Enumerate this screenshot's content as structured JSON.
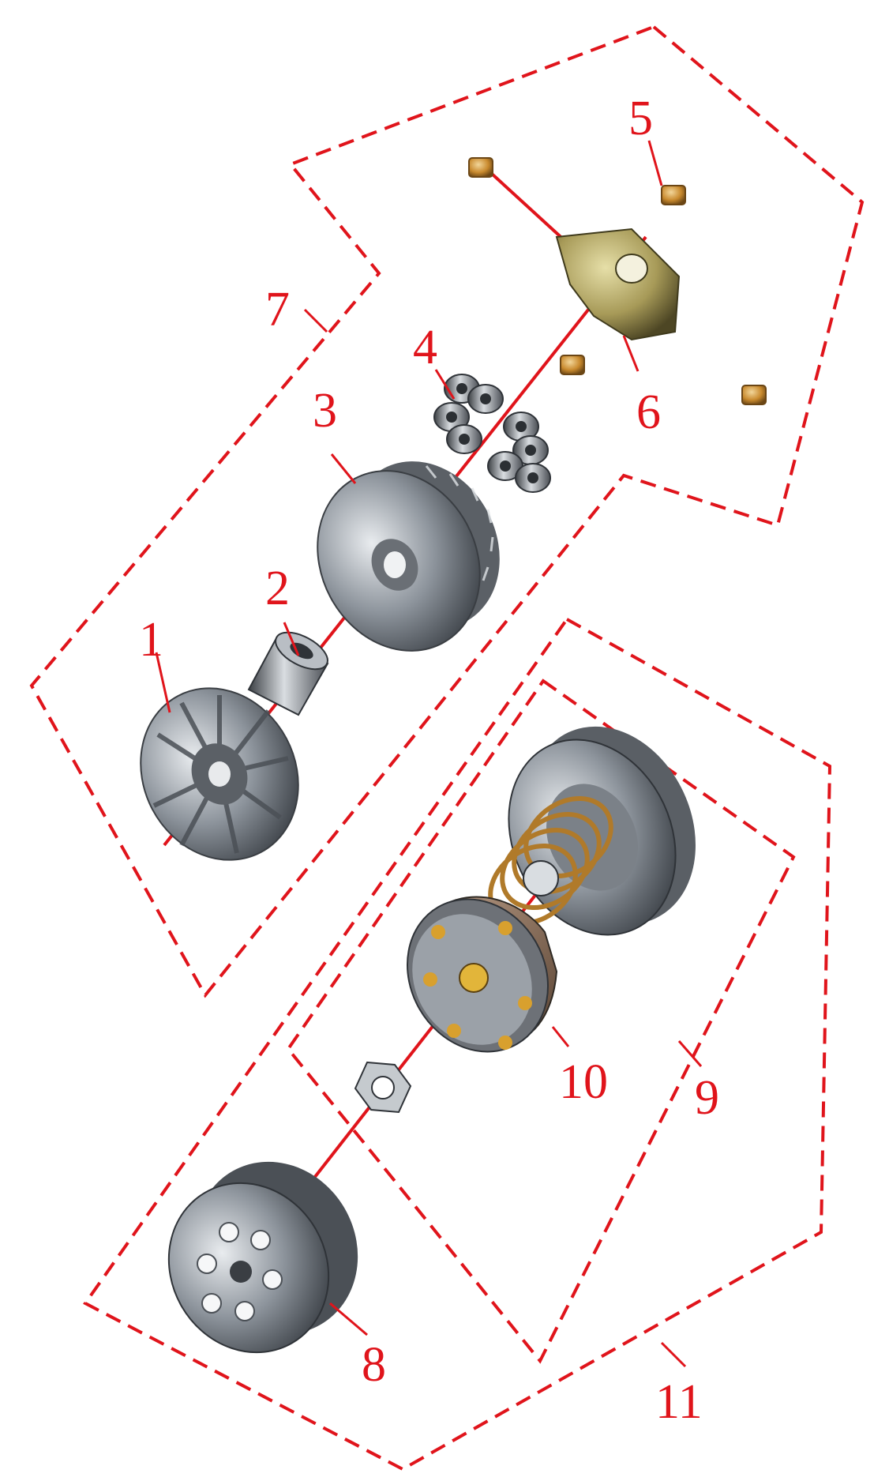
{
  "diagram": {
    "type": "exploded-parts-diagram",
    "callouts": [
      {
        "id": "1",
        "label": "1",
        "part": "fan-drive-face"
      },
      {
        "id": "2",
        "label": "2",
        "part": "bushing"
      },
      {
        "id": "3",
        "label": "3",
        "part": "movable-drive-face"
      },
      {
        "id": "4",
        "label": "4",
        "part": "weight-rollers"
      },
      {
        "id": "5",
        "label": "5",
        "part": "slider-pieces"
      },
      {
        "id": "6",
        "label": "6",
        "part": "ramp-plate"
      },
      {
        "id": "7",
        "label": "7",
        "part": "drive-pulley-assembly-group"
      },
      {
        "id": "8",
        "label": "8",
        "part": "clutch-bell"
      },
      {
        "id": "9",
        "label": "9",
        "part": "driven-pulley-assembly-group"
      },
      {
        "id": "10",
        "label": "10",
        "part": "clutch-shoe-assembly"
      },
      {
        "id": "11",
        "label": "11",
        "part": "clutch-assembly-group"
      }
    ],
    "colors": {
      "callout": "#e0141b",
      "metal": "#9aa1aa",
      "brass": "#c98a2e",
      "friction": "#8a6a52"
    }
  }
}
